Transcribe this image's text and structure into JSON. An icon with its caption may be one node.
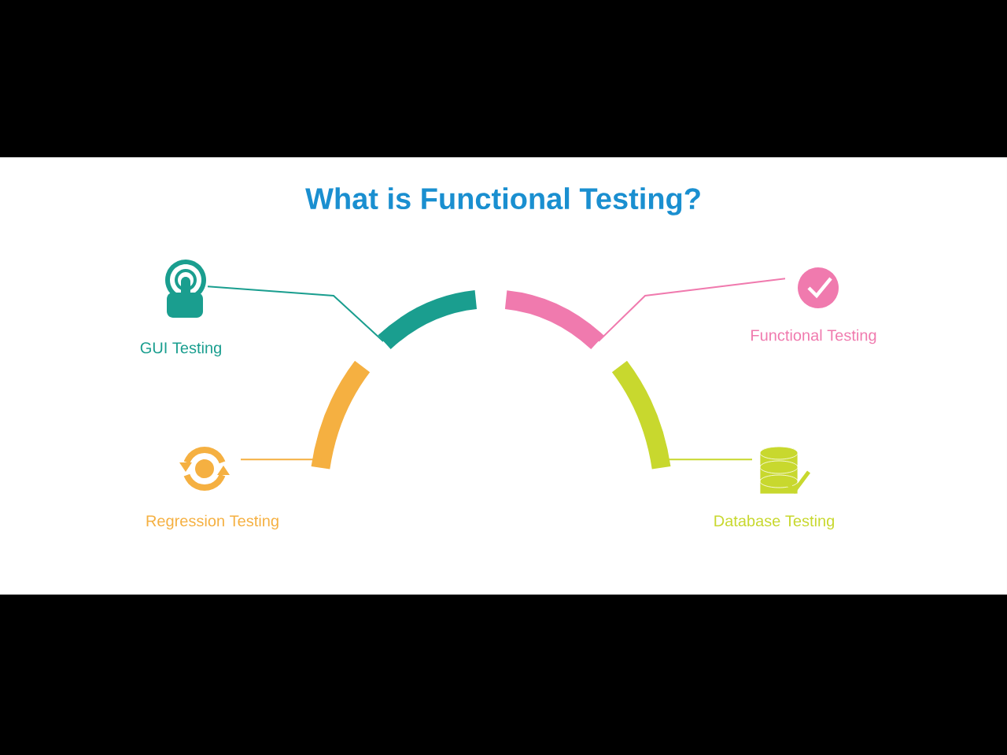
{
  "diagram": {
    "title": "What is Functional Testing?",
    "nodes": [
      {
        "text": [
          "GUI Testing"
        ]
      },
      {
        "text": [
          "Functional Testing"
        ]
      },
      {
        "text": [
          "Regression Testing"
        ]
      },
      {
        "text": [
          "Database Testing"
        ]
      },
      {
        "text": [],
        "shape": "arc"
      },
      {
        "text": [],
        "shape": "arc"
      },
      {
        "text": [],
        "shape": "arc"
      },
      {
        "text": [],
        "shape": "arc"
      }
    ],
    "edges": [
      {
        "from": 0,
        "to": 4,
        "arrow": "none",
        "color": "#1a9e8f"
      },
      {
        "from": 1,
        "to": 5,
        "arrow": "none",
        "color": "#f07aae"
      },
      {
        "from": 2,
        "to": 6,
        "arrow": "none",
        "color": "#f5b041"
      },
      {
        "from": 3,
        "to": 7,
        "arrow": "none",
        "color": "#c8d82e"
      }
    ]
  }
}
